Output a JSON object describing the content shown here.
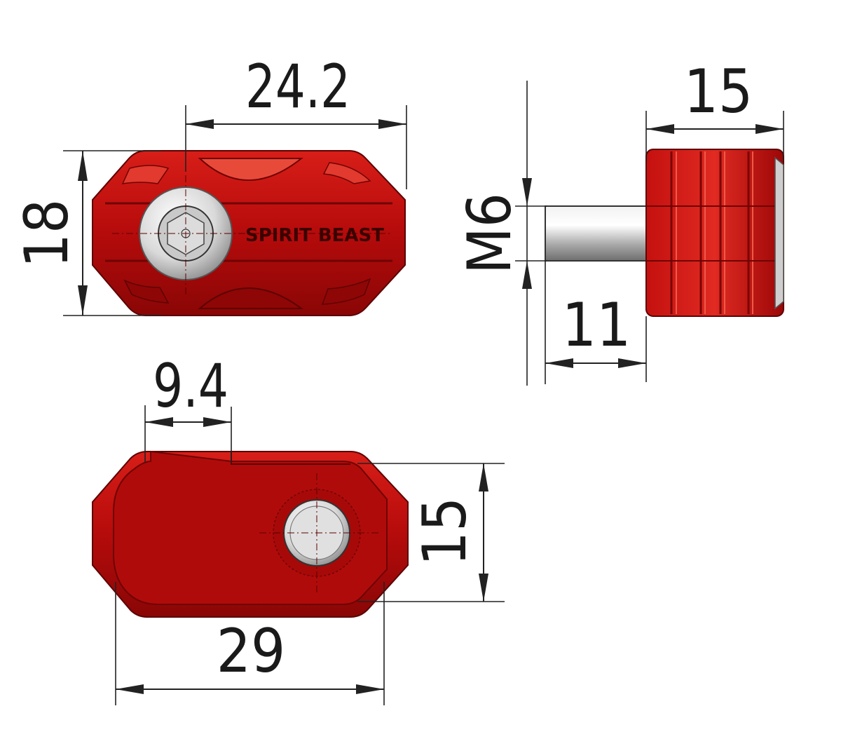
{
  "brand_text": "SPIRIT BEAST",
  "dimensions": {
    "top_width": "24.2",
    "top_height": "18",
    "side_head_length": "15",
    "side_thread": "M6",
    "side_thread_length": "11",
    "bottom_offset": "9.4",
    "bottom_height": "15",
    "bottom_width": "29"
  },
  "colors": {
    "body": "#b50b0b",
    "body_dark": "#7a0404",
    "body_light": "#e23a2e",
    "steel": "#d4d4d4",
    "line": "#222222"
  }
}
